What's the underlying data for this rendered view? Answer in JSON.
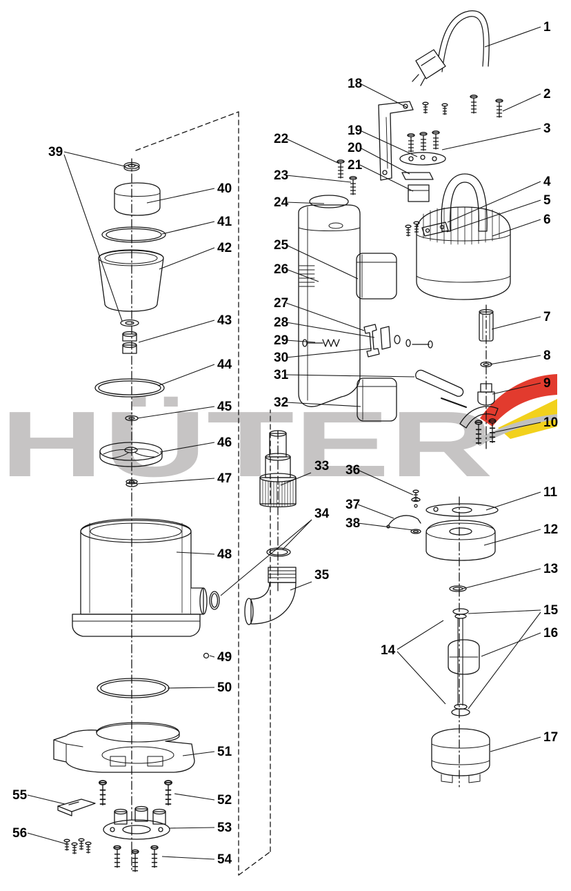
{
  "watermark": "HÜTER",
  "logo_colors": {
    "red": "#e23b2e",
    "yellow": "#f2d11c",
    "gray": "#c0c0c0"
  },
  "diagram": {
    "type": "exploded-parts-diagram",
    "subject": "submersible-pump",
    "callouts": [
      {
        "n": "1",
        "t": [
          788,
          45
        ],
        "l": [
          [
            784,
            39,
            703,
            68
          ]
        ]
      },
      {
        "n": "2",
        "t": [
          788,
          142
        ],
        "l": [
          [
            784,
            136,
            729,
            161
          ]
        ]
      },
      {
        "n": "3",
        "t": [
          788,
          192
        ],
        "l": [
          [
            784,
            186,
            641,
            217
          ]
        ]
      },
      {
        "n": "4",
        "t": [
          788,
          269
        ],
        "l": [
          [
            784,
            263,
            649,
            322
          ]
        ]
      },
      {
        "n": "5",
        "t": [
          788,
          296
        ],
        "l": [
          [
            784,
            290,
            648,
            336
          ]
        ]
      },
      {
        "n": "6",
        "t": [
          788,
          324
        ],
        "l": [
          [
            784,
            318,
            714,
            342
          ]
        ]
      },
      {
        "n": "7",
        "t": [
          788,
          465
        ],
        "l": [
          [
            784,
            459,
            713,
            477
          ]
        ]
      },
      {
        "n": "8",
        "t": [
          788,
          521
        ],
        "l": [
          [
            784,
            515,
            710,
            528
          ]
        ]
      },
      {
        "n": "9",
        "t": [
          788,
          561
        ],
        "l": [
          [
            784,
            555,
            714,
            571
          ]
        ]
      },
      {
        "n": "10",
        "t": [
          788,
          618
        ],
        "l": [
          [
            784,
            612,
            718,
            626
          ]
        ]
      },
      {
        "n": "11",
        "t": [
          788,
          719
        ],
        "l": [
          [
            784,
            713,
            705,
            739
          ]
        ]
      },
      {
        "n": "12",
        "t": [
          788,
          773
        ],
        "l": [
          [
            784,
            767,
            702,
            790
          ]
        ]
      },
      {
        "n": "13",
        "t": [
          788,
          830
        ],
        "l": [
          [
            784,
            824,
            671,
            853
          ]
        ]
      },
      {
        "n": "14",
        "t": [
          552,
          948
        ],
        "l": [
          [
            576,
            941,
            643,
            899
          ],
          [
            576,
            944,
            646,
            1020
          ]
        ]
      },
      {
        "n": "15",
        "t": [
          788,
          890
        ],
        "l": [
          [
            784,
            884,
            679,
            889
          ],
          [
            784,
            887,
            679,
            1027
          ]
        ]
      },
      {
        "n": "16",
        "t": [
          788,
          923
        ],
        "l": [
          [
            784,
            917,
            698,
            951
          ]
        ]
      },
      {
        "n": "17",
        "t": [
          788,
          1074
        ],
        "l": [
          [
            784,
            1068,
            711,
            1089
          ]
        ]
      },
      {
        "n": "18",
        "t": [
          504,
          127
        ],
        "l": [
          [
            522,
            121,
            591,
            156
          ]
        ]
      },
      {
        "n": "19",
        "t": [
          504,
          195
        ],
        "l": [
          [
            522,
            189,
            605,
            227
          ]
        ]
      },
      {
        "n": "20",
        "t": [
          504,
          220
        ],
        "l": [
          [
            522,
            214,
            594,
            252
          ]
        ]
      },
      {
        "n": "21",
        "t": [
          504,
          245
        ],
        "l": [
          [
            522,
            239,
            599,
            277
          ]
        ]
      },
      {
        "n": "22",
        "t": [
          397,
          207
        ],
        "l": [
          [
            415,
            201,
            492,
            237
          ]
        ]
      },
      {
        "n": "23",
        "t": [
          397,
          260
        ],
        "l": [
          [
            415,
            254,
            509,
            264
          ]
        ]
      },
      {
        "n": "24",
        "t": [
          397,
          299
        ],
        "l": [
          [
            415,
            293,
            470,
            295
          ]
        ]
      },
      {
        "n": "25",
        "t": [
          397,
          361
        ],
        "l": [
          [
            415,
            355,
            519,
            404
          ]
        ]
      },
      {
        "n": "26",
        "t": [
          397,
          396
        ],
        "l": [
          [
            415,
            390,
            462,
            408
          ]
        ]
      },
      {
        "n": "27",
        "t": [
          397,
          445
        ],
        "l": [
          [
            415,
            439,
            528,
            479
          ]
        ]
      },
      {
        "n": "28",
        "t": [
          397,
          473
        ],
        "l": [
          [
            415,
            467,
            543,
            489
          ]
        ]
      },
      {
        "n": "29",
        "t": [
          397,
          499
        ],
        "l": [
          [
            415,
            493,
            457,
            496
          ]
        ]
      },
      {
        "n": "30",
        "t": [
          397,
          524
        ],
        "l": [
          [
            415,
            518,
            539,
            505
          ]
        ]
      },
      {
        "n": "31",
        "t": [
          397,
          549
        ],
        "l": [
          [
            415,
            543,
            601,
            546
          ]
        ]
      },
      {
        "n": "32",
        "t": [
          397,
          589
        ],
        "l": [
          [
            415,
            583,
            523,
            589
          ]
        ]
      },
      {
        "n": "33",
        "t": [
          456,
          681
        ],
        "l": [
          [
            451,
            685,
            407,
            703
          ]
        ]
      },
      {
        "n": "34",
        "t": [
          456,
          750
        ],
        "l": [
          [
            452,
            753,
            410,
            796
          ],
          [
            452,
            753,
            320,
            863
          ]
        ]
      },
      {
        "n": "35",
        "t": [
          456,
          839
        ],
        "l": [
          [
            452,
            843,
            421,
            855
          ]
        ]
      },
      {
        "n": "36",
        "t": [
          501,
          687
        ],
        "l": [
          [
            519,
            681,
            599,
            717
          ]
        ]
      },
      {
        "n": "37",
        "t": [
          501,
          737
        ],
        "l": [
          [
            519,
            731,
            571,
            751
          ]
        ]
      },
      {
        "n": "38",
        "t": [
          501,
          764
        ],
        "l": [
          [
            519,
            758,
            599,
            768
          ]
        ]
      },
      {
        "n": "39",
        "t": [
          70,
          226
        ],
        "l": [
          [
            93,
            220,
            181,
            241
          ],
          [
            93,
            224,
            177,
            465
          ]
        ]
      },
      {
        "n": "40",
        "t": [
          315,
          279
        ],
        "l": [
          [
            311,
            273,
            213,
            294
          ]
        ]
      },
      {
        "n": "41",
        "t": [
          315,
          327
        ],
        "l": [
          [
            311,
            321,
            235,
            339
          ]
        ]
      },
      {
        "n": "42",
        "t": [
          315,
          365
        ],
        "l": [
          [
            311,
            359,
            231,
            390
          ]
        ]
      },
      {
        "n": "43",
        "t": [
          315,
          470
        ],
        "l": [
          [
            311,
            464,
            201,
            496
          ]
        ]
      },
      {
        "n": "44",
        "t": [
          315,
          534
        ],
        "l": [
          [
            311,
            528,
            229,
            559
          ]
        ]
      },
      {
        "n": "45",
        "t": [
          315,
          595
        ],
        "l": [
          [
            311,
            589,
            199,
            606
          ]
        ]
      },
      {
        "n": "46",
        "t": [
          315,
          647
        ],
        "l": [
          [
            311,
            641,
            232,
            655
          ]
        ]
      },
      {
        "n": "47",
        "t": [
          315,
          699
        ],
        "l": [
          [
            311,
            693,
            199,
            701
          ]
        ]
      },
      {
        "n": "48",
        "t": [
          315,
          809
        ],
        "l": [
          [
            311,
            803,
            256,
            800
          ]
        ]
      },
      {
        "n": "49",
        "t": [
          315,
          958
        ],
        "l": [
          [
            311,
            952,
            304,
            950
          ]
        ]
      },
      {
        "n": "50",
        "t": [
          315,
          1002
        ],
        "l": [
          [
            311,
            996,
            243,
            997
          ]
        ]
      },
      {
        "n": "51",
        "t": [
          315,
          1095
        ],
        "l": [
          [
            311,
            1089,
            265,
            1095
          ]
        ]
      },
      {
        "n": "52",
        "t": [
          315,
          1165
        ],
        "l": [
          [
            311,
            1159,
            253,
            1150
          ]
        ]
      },
      {
        "n": "53",
        "t": [
          315,
          1205
        ],
        "l": [
          [
            311,
            1199,
            245,
            1200
          ]
        ]
      },
      {
        "n": "54",
        "t": [
          315,
          1251
        ],
        "l": [
          [
            311,
            1245,
            235,
            1241
          ]
        ]
      },
      {
        "n": "55",
        "t": [
          18,
          1158
        ],
        "l": [
          [
            40,
            1152,
            94,
            1165
          ]
        ]
      },
      {
        "n": "56",
        "t": [
          18,
          1213
        ],
        "l": [
          [
            40,
            1207,
            97,
            1223
          ]
        ]
      }
    ]
  }
}
